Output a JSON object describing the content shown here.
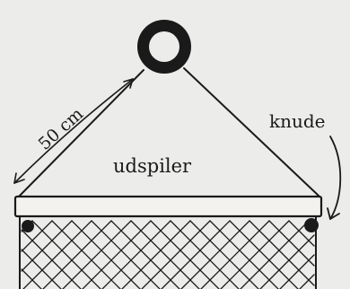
{
  "labels": {
    "length": "50 cm",
    "spreader": "udspiler",
    "knot": "knude"
  },
  "colors": {
    "ink": "#1a1a1a",
    "paper": "#ececea",
    "spreader_fill": "#f3f2ee"
  }
}
